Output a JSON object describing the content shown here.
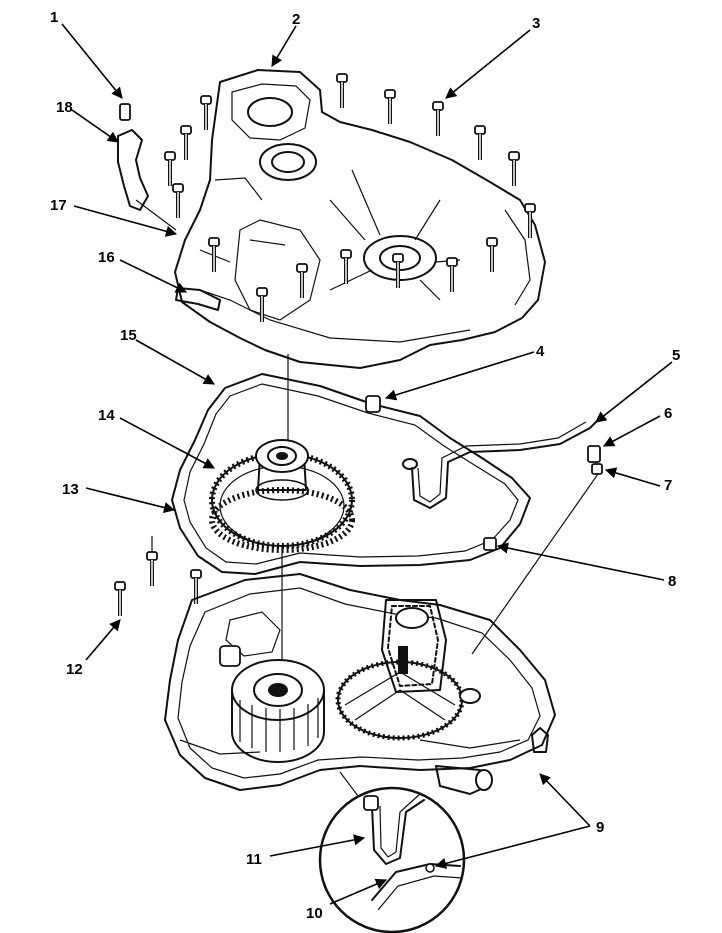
{
  "diagram": {
    "colors": {
      "ink": "#111111",
      "background": "#ffffff"
    },
    "callouts": [
      {
        "id": "c1",
        "label": "1"
      },
      {
        "id": "c2",
        "label": "2"
      },
      {
        "id": "c3",
        "label": "3"
      },
      {
        "id": "c4",
        "label": "4"
      },
      {
        "id": "c5",
        "label": "5"
      },
      {
        "id": "c6",
        "label": "6"
      },
      {
        "id": "c7",
        "label": "7"
      },
      {
        "id": "c8",
        "label": "8"
      },
      {
        "id": "c9",
        "label": "9"
      },
      {
        "id": "c10",
        "label": "10"
      },
      {
        "id": "c11",
        "label": "11"
      },
      {
        "id": "c12",
        "label": "12"
      },
      {
        "id": "c13",
        "label": "13"
      },
      {
        "id": "c14",
        "label": "14"
      },
      {
        "id": "c15",
        "label": "15"
      },
      {
        "id": "c16",
        "label": "16"
      },
      {
        "id": "c17",
        "label": "17"
      },
      {
        "id": "c18",
        "label": "18"
      }
    ]
  }
}
